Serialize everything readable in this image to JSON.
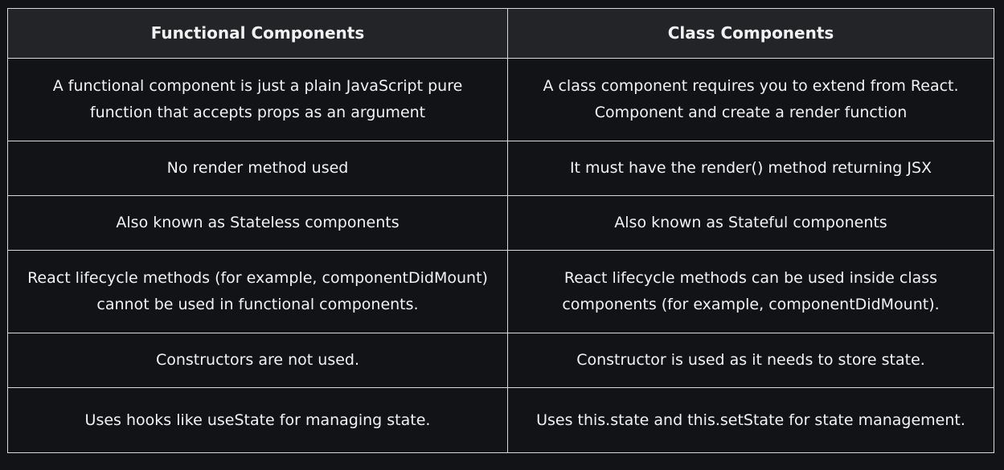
{
  "table": {
    "headers": [
      "Functional Components",
      "Class Components"
    ],
    "rows": [
      [
        "A functional component is just a plain JavaScript pure function that accepts props as an argument",
        "A class component requires you to extend from React. Component and create a render function"
      ],
      [
        "No render method used",
        "It must have the render() method returning JSX"
      ],
      [
        "Also known as Stateless components",
        "Also known as Stateful components"
      ],
      [
        "React lifecycle methods (for example, componentDidMount) cannot be used in functional components.",
        "React lifecycle methods can be used inside class components (for example, componentDidMount)."
      ],
      [
        "Constructors are not used.",
        "Constructor is used as it needs to store state."
      ],
      [
        "Uses hooks like useState for managing state.",
        "Uses this.state and this.setState for state management."
      ]
    ]
  }
}
